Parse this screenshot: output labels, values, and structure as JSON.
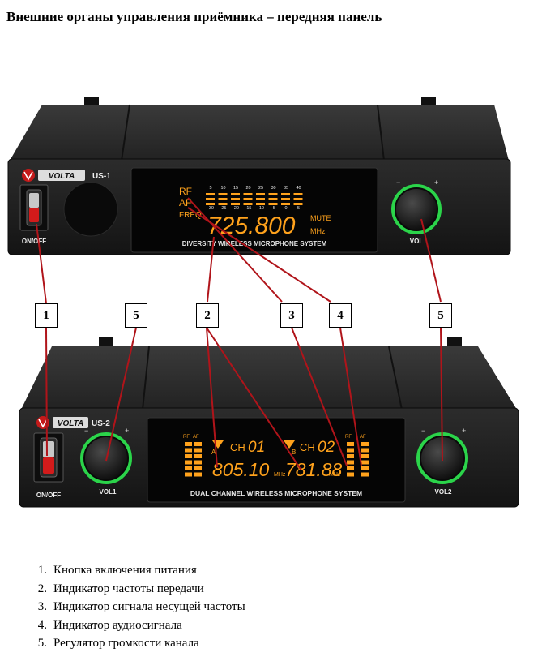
{
  "title": "Внешние органы управления приёмника – передняя панель",
  "receiver_top": {
    "brand": "VOLTA",
    "model": "US-1",
    "power_label": "ON/OFF",
    "volume_label": "VOL",
    "display": {
      "rf_label": "RF",
      "af_label": "AF",
      "freq_label": "FREQ",
      "frequency": "725.800",
      "mute_label": "MUTE",
      "unit": "MHz",
      "scale_top": [
        "5",
        "10",
        "15",
        "20",
        "25",
        "30",
        "35",
        "40"
      ],
      "scale_bottom": [
        "-30",
        "-25",
        "-20",
        "-15",
        "-10",
        "-5",
        "0",
        "5"
      ]
    },
    "system_label": "DIVERSITY WIRELESS MICROPHONE SYSTEM"
  },
  "receiver_bottom": {
    "brand": "VOLTA",
    "model": "US-2",
    "power_label": "ON/OFF",
    "vol1_label": "VOL1",
    "vol2_label": "VOL2",
    "display": {
      "rf_label": "RF",
      "af_label": "AF",
      "ch_label": "CH",
      "channel_a_letter": "A",
      "channel_b_letter": "B",
      "channel_a": "01",
      "channel_b": "02",
      "freq_a": "805.10",
      "freq_b": "781.88",
      "unit": "MHz"
    },
    "system_label": "DUAL CHANNEL WIRELESS MICROPHONE SYSTEM"
  },
  "callouts": [
    "1",
    "5",
    "2",
    "3",
    "4",
    "5"
  ],
  "legend": [
    {
      "num": "1.",
      "text": "Кнопка включения питания"
    },
    {
      "num": "2.",
      "text": "Индикатор частоты передачи"
    },
    {
      "num": "3.",
      "text": "Индикатор сигнала несущей частоты"
    },
    {
      "num": "4.",
      "text": "Индикатор аудиосигнала"
    },
    {
      "num": "5.",
      "text": "Регулятор громкости канала"
    }
  ],
  "colors": {
    "amber": "#ffa21c",
    "green_ring": "#2bd44a",
    "leader_line": "#b0141a",
    "body": "#1c1c1c"
  }
}
